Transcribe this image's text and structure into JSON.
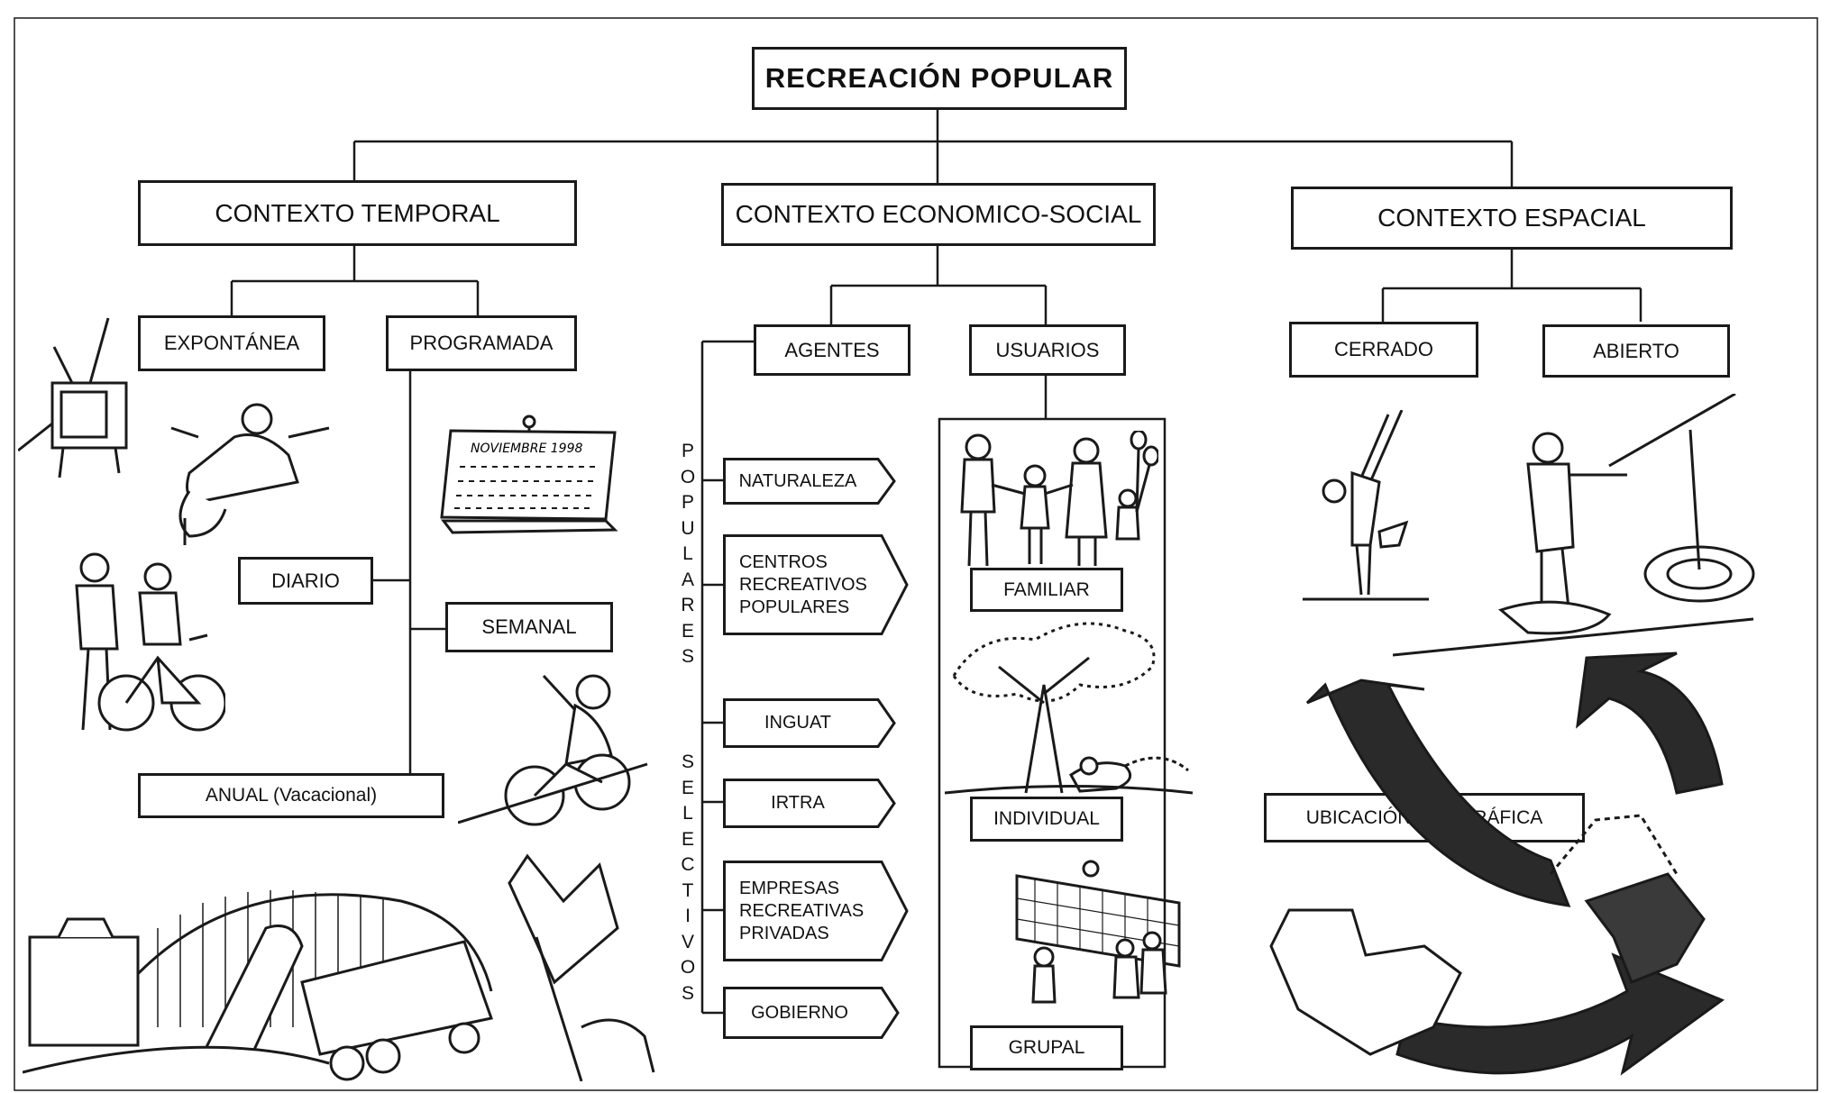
{
  "title": "RECREACIÓN POPULAR",
  "contexts": {
    "temporal": "CONTEXTO TEMPORAL",
    "economico": "CONTEXTO ECONOMICO-SOCIAL",
    "espacial": "CONTEXTO ESPACIAL"
  },
  "temporal": {
    "expontanea": "EXPONTÁNEA",
    "programada": "PROGRAMADA",
    "diario": "DIARIO",
    "semanal": "SEMANAL",
    "anual": "ANUAL (Vacacional)",
    "calendar_month": "NOVIEMBRE 1998"
  },
  "economico": {
    "agentes": "AGENTES",
    "usuarios": "USUARIOS",
    "populares_letters": [
      "P",
      "O",
      "P",
      "U",
      "L",
      "A",
      "R",
      "E",
      "S"
    ],
    "selectivos_letters": [
      "S",
      "E",
      "L",
      "E",
      "C",
      "T",
      "I",
      "V",
      "O",
      "S"
    ],
    "agent_items": [
      "NATURALEZA",
      "CENTROS\nRECREATIVOS\nPOPULARES",
      "INGUAT",
      "IRTRA",
      "EMPRESAS\nRECREATIVAS\nPRIVADAS",
      "GOBIERNO"
    ],
    "user_items": [
      "FAMILIAR",
      "INDIVIDUAL",
      "GRUPAL"
    ]
  },
  "espacial": {
    "cerrado": "CERRADO",
    "abierto": "ABIERTO",
    "ubicacion": "UBICACIÓN  GEOGRÁFICA"
  }
}
